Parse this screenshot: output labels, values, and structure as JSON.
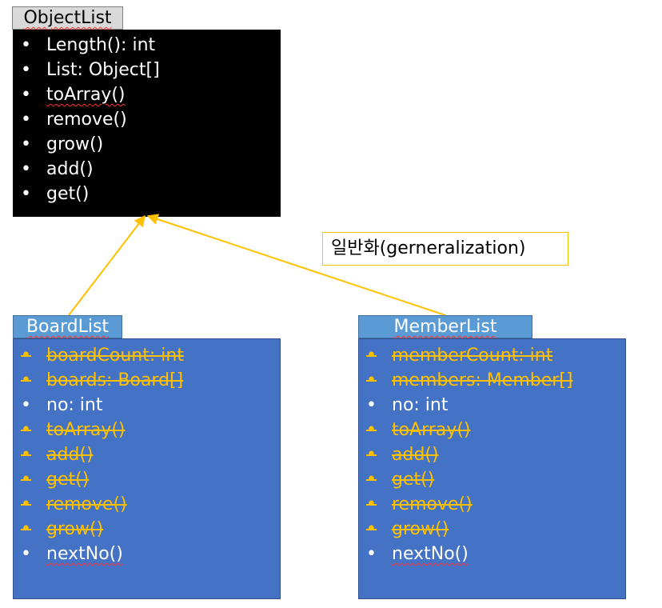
{
  "object_list": {
    "title": "ObjectList",
    "items": [
      "Length(): int",
      "List: Object[]",
      "toArray()",
      "remove()",
      "grow()",
      "add()",
      "get()"
    ]
  },
  "board_list": {
    "title": "BoardList",
    "items": [
      "boardCount: int",
      "boards: Board[]",
      "no: int",
      "toArray()",
      "add()",
      "get()",
      "remove()",
      "grow()",
      "nextNo()"
    ],
    "removed": [
      true,
      true,
      false,
      true,
      true,
      true,
      true,
      true,
      false
    ]
  },
  "member_list": {
    "title": "MemberList",
    "items": [
      "memberCount: int",
      "members: Member[]",
      "no: int",
      "toArray()",
      "add()",
      "get()",
      "remove()",
      "grow()",
      "nextNo()"
    ],
    "removed": [
      true,
      true,
      false,
      true,
      true,
      true,
      true,
      true,
      false
    ]
  },
  "relation_label": "일반화(gerneralization)",
  "bullet": "•",
  "colors": {
    "arrow": "#ffc000",
    "removed_text": "#ffc000",
    "class_fill": "#4472c4",
    "tab_fill": "#5b9bd5",
    "parent_fill": "#000000",
    "parent_tab": "#d9d9d9"
  }
}
